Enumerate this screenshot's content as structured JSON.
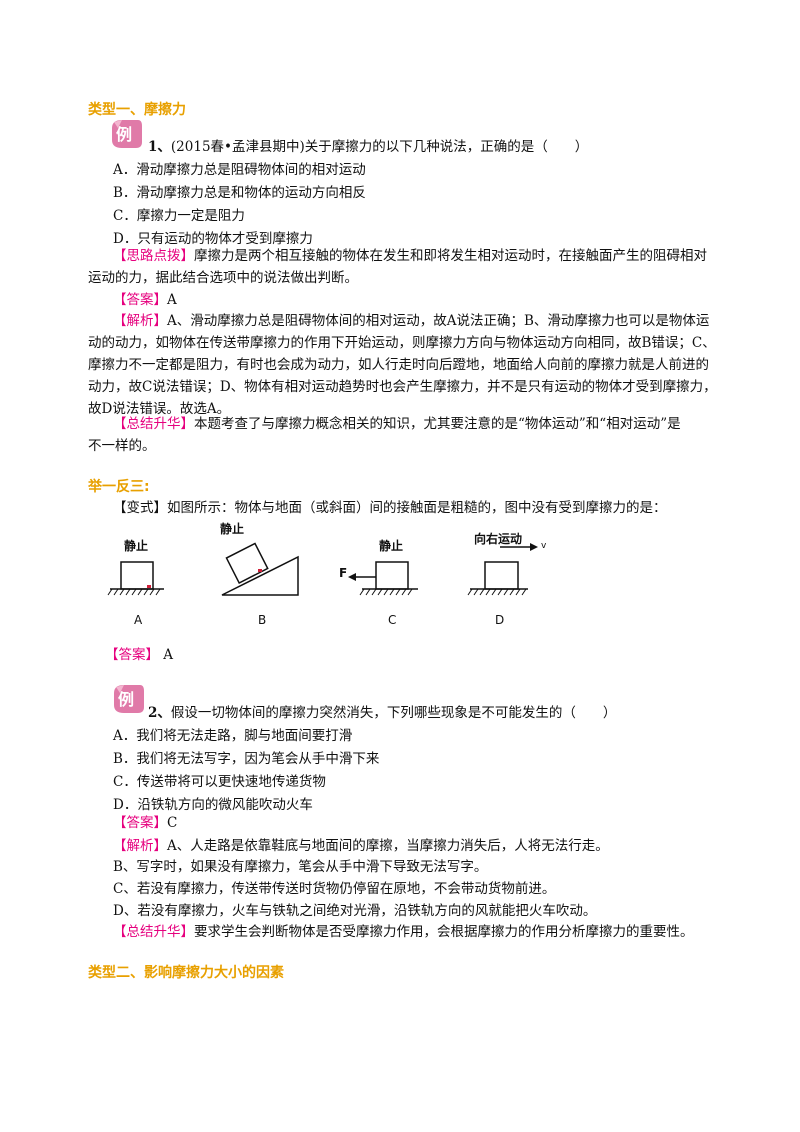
{
  "section1": {
    "title": "类型一、摩擦力"
  },
  "ex1": {
    "badge": "例",
    "num": "1、",
    "stem": "(2015春•孟津县期中)关于摩擦力的以下几种说法，正确的是（　　）",
    "options": [
      "A．滑动摩擦力总是阻碍物体间的相对运动",
      "B．滑动摩擦力总是和物体的运动方向相反",
      "C．摩擦力一定是阻力",
      "D．只有运动的物体才受到摩擦力"
    ],
    "hint_tag": "【思路点拨】",
    "hint_l1": "摩擦力是两个相互接触的物体在发生和即将发生相对运动时，在接触面产生的阻碍相对",
    "hint_l2": "运动的力，据此结合选项中的说法做出判断。",
    "answer_tag": "【答案】",
    "answer": "A",
    "analysis_tag": "【解析】",
    "analysis_l1": "A、滑动摩擦力总是阻碍物体间的相对运动，故A说法正确；B、滑动摩擦力也可以是物体运",
    "analysis_l2": "动的动力，如物体在传送带摩擦力的作用下开始运动，则摩擦力方向与物体运动方向相同，故B错误；C、",
    "analysis_l3": "摩擦力不一定都是阻力，有时也会成为动力，如人行走时向后蹬地，地面给人向前的摩擦力就是人前进的",
    "analysis_l4": "动力，故C说法错误；D、物体有相对运动趋势时也会产生摩擦力，并不是只有运动的物体才受到摩擦力，",
    "analysis_l5": "故D说法错误。故选A。",
    "summary_tag": "【总结升华】",
    "summary_l1": "本题考查了与摩擦力概念相关的知识，尤其要注意的是“物体运动”和“相对运动”是",
    "summary_l2": "不一样的。"
  },
  "variant": {
    "title": "举一反三:",
    "tag": "【变式】",
    "stem": "如图所示：物体与地面（或斜面）间的接触面是粗糙的，图中没有受到摩擦力的是：",
    "figures": {
      "a_label": "静止",
      "a_letter": "A",
      "b_label": "静止",
      "b_letter": "B",
      "c_label": "静止",
      "c_force": "F",
      "c_letter": "C",
      "d_label": "向右运动",
      "d_v": "v",
      "d_letter": "D"
    },
    "answer_tag": "【答案】",
    "answer": "A"
  },
  "ex2": {
    "badge": "例",
    "num": "2、",
    "stem": "假设一切物体间的摩擦力突然消失，下列哪些现象是不可能发生的（　　）",
    "options": [
      "A．我们将无法走路，脚与地面间要打滑",
      "B．我们将无法写字，因为笔会从手中滑下来",
      "C．传送带将可以更快速地传递货物",
      "D．沿铁轨方向的微风能吹动火车"
    ],
    "answer_tag": "【答案】",
    "answer": "C",
    "analysis_tag": "【解析】",
    "analysis_l1": "A、人走路是依靠鞋底与地面间的摩擦，当摩擦力消失后，人将无法行走。",
    "analysis_l2": "B、写字时，如果没有摩擦力，笔会从手中滑下导致无法写字。",
    "analysis_l3": "C、若没有摩擦力，传送带传送时货物仍停留在原地，不会带动货物前进。",
    "analysis_l4": "D、若没有摩擦力，火车与铁轨之间绝对光滑，沿铁轨方向的风就能把火车吹动。",
    "summary_tag": "【总结升华】",
    "summary": "要求学生会判断物体是否受摩擦力作用，会根据摩擦力的作用分析摩擦力的重要性。"
  },
  "section2": {
    "title": "类型二、影响摩擦力大小的因素"
  },
  "colors": {
    "heading": "#e8a000",
    "tag": "#e6007e",
    "badge": "#e07aa8"
  }
}
